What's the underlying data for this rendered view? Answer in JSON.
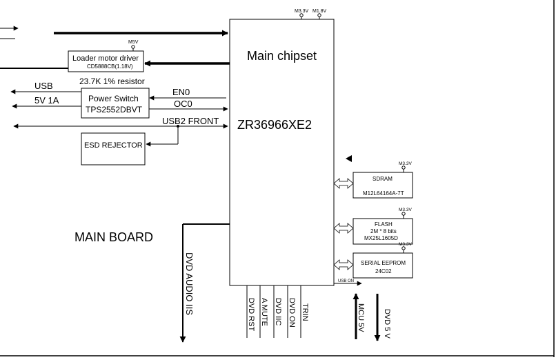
{
  "main_board_label": "MAIN BOARD",
  "chipset": {
    "title": "Main chipset",
    "part": "ZR36966XE2"
  },
  "power_rails": {
    "m33": "M3.3V",
    "m18": "M1.8V",
    "m5": "M5V"
  },
  "loader_driver": {
    "line1": "Loader motor driver",
    "line2": "CD5888CB(1.18V)"
  },
  "resistor_note": "23.7K 1% resistor",
  "power_switch": {
    "line1": "Power Switch",
    "line2": "TPS2552DBVT"
  },
  "usb_labels": {
    "usb": "USB",
    "usb_current": "5V 1A",
    "en0": "EN0",
    "oc0": "OC0",
    "usb2_front": "USB2 FRONT"
  },
  "esd": "ESD REJECTOR",
  "sdram": {
    "name": "SDRAM",
    "part": "M12L64164A-7T",
    "rail": "M3.3V"
  },
  "flash": {
    "name": "FLASH",
    "size": "2M * 8 bits",
    "part": "MX25L1605D",
    "rail": "M3.3V"
  },
  "eeprom": {
    "name": "SERIAL EEPROM",
    "part": "24C02",
    "rail": "M3.3V"
  },
  "usb_on": "USB ON",
  "bottom_signals": [
    "DVD RST",
    "A MUTE",
    "DVD IIC",
    "DVD ON",
    "TRIN"
  ],
  "dvd_audio": "DVD AUDIO IIS",
  "mcu_5v": "MCU 5V",
  "dvd_5v": "DVD 5 V"
}
